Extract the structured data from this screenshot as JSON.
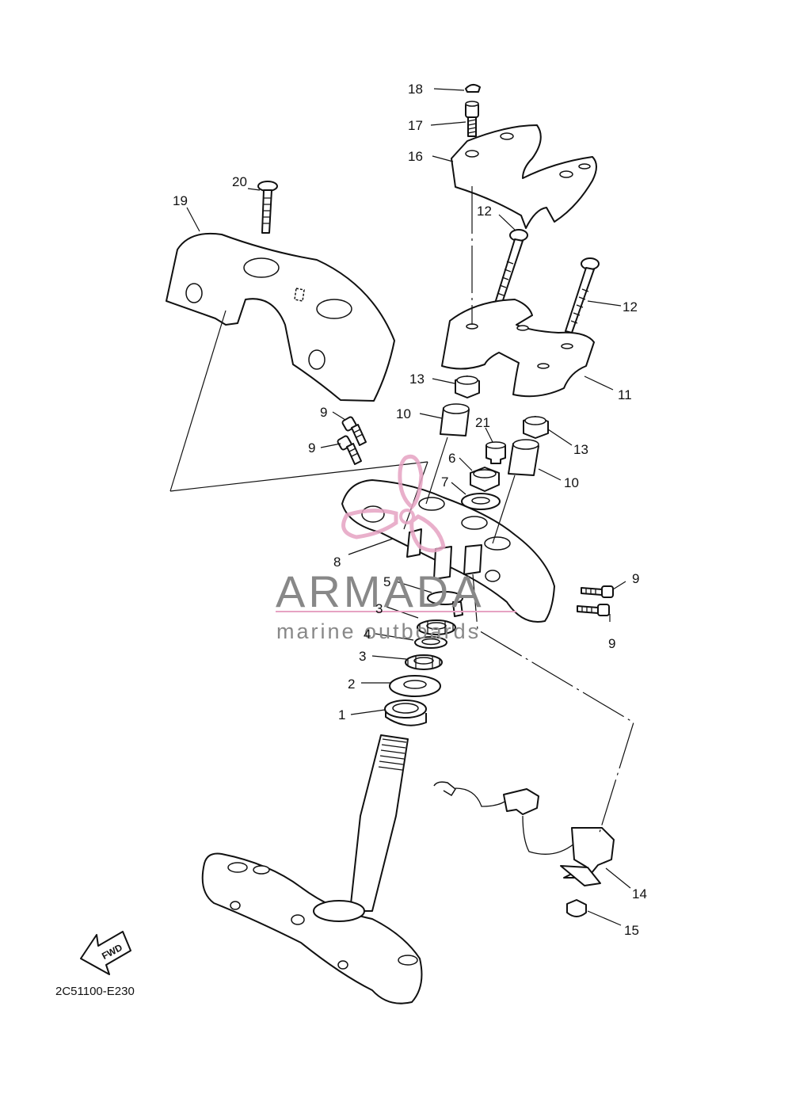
{
  "watermark": {
    "brand": "ARMADA",
    "tagline": "marine outboards",
    "logo_icon": "propeller-logo-icon",
    "accent_color": "#e6a3c3"
  },
  "diagram_code": "2C51100-E230",
  "fwd_label": "FWD",
  "callouts": {
    "p1": "1",
    "p2": "2",
    "p3a": "3",
    "p3b": "3",
    "p4": "4",
    "p5": "5",
    "p6": "6",
    "p7": "7",
    "p8": "8",
    "p9a": "9",
    "p9b": "9",
    "p9c": "9",
    "p9d": "9",
    "p10a": "10",
    "p10b": "10",
    "p11": "11",
    "p12a": "12",
    "p12b": "12",
    "p13a": "13",
    "p13b": "13",
    "p14": "14",
    "p15": "15",
    "p16": "16",
    "p17": "17",
    "p18": "18",
    "p19": "19",
    "p20": "20",
    "p21": "21"
  }
}
